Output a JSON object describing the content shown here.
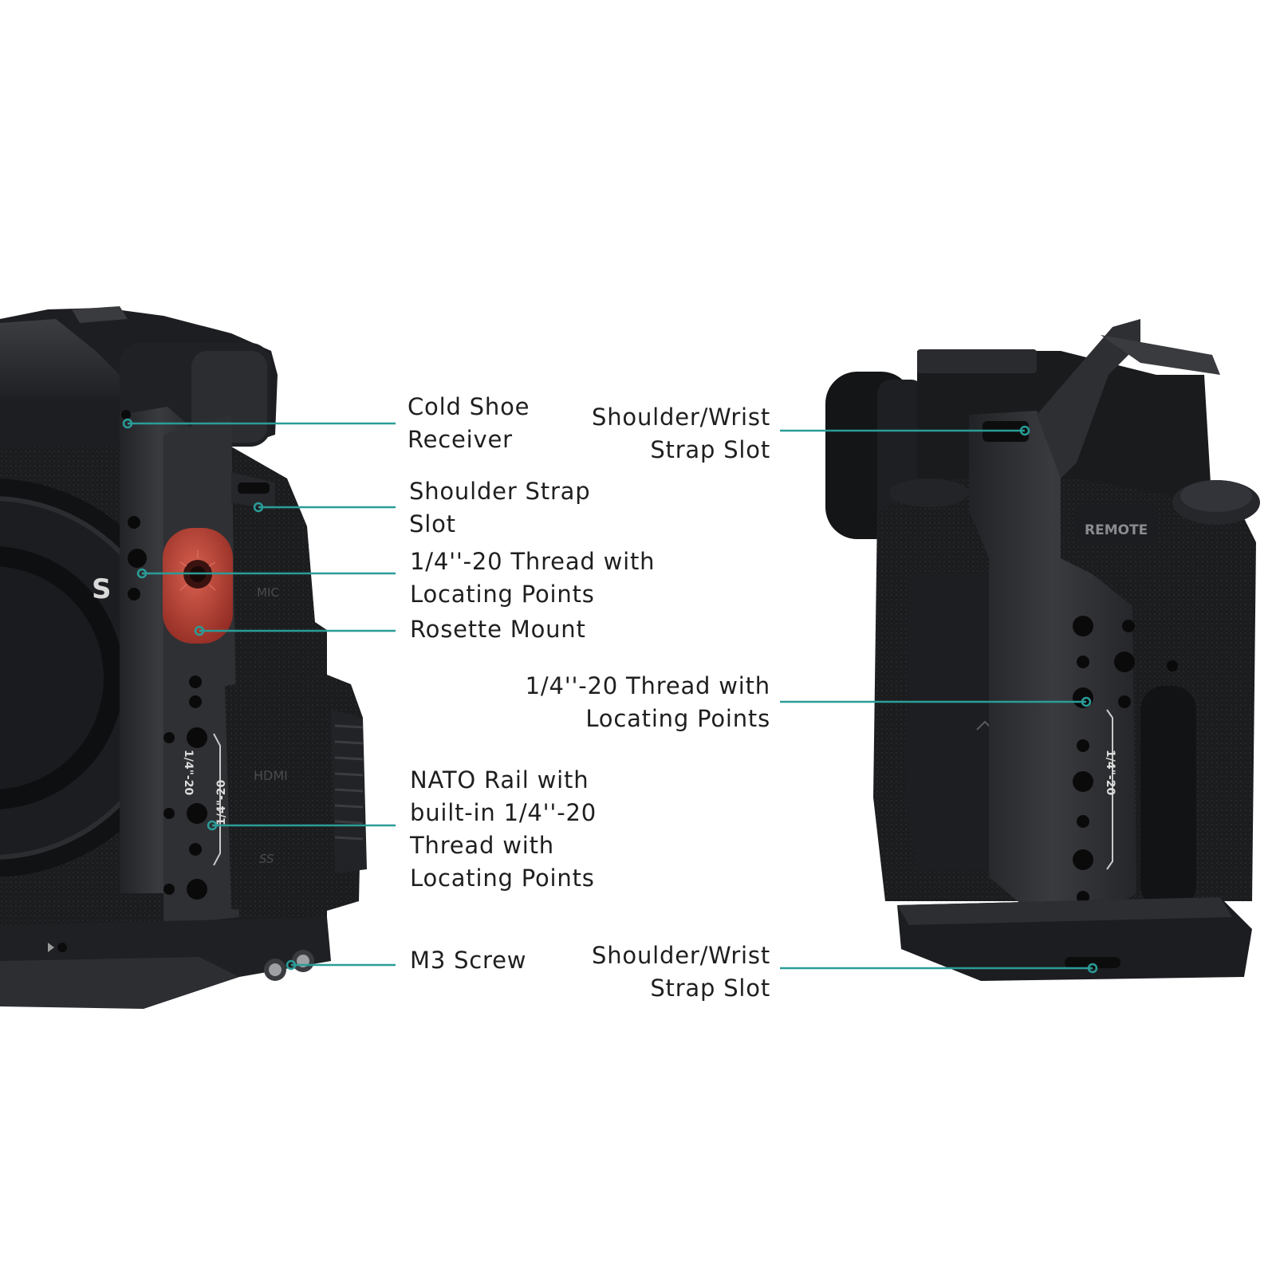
{
  "colors": {
    "leader_line": "#2a9d98",
    "cage_metal": "#2b2c2f",
    "camera_body": "#151618",
    "rosette_accent": "#b23a2e",
    "background": "#ffffff"
  },
  "camera_markings": {
    "left_rail_upper": "1/4\"-20",
    "left_rail_lower": "1/4\"-20",
    "right_plate": "1/4\"-20",
    "hdmi": "HDMI",
    "mic": "MIC",
    "ss": "SS",
    "remote": "REMOTE",
    "brand_letter": "S"
  },
  "callouts": {
    "cold_shoe": [
      "Cold Shoe",
      "Receiver"
    ],
    "shoulder_strap_slot": [
      "Shoulder Strap",
      "Slot"
    ],
    "thread_left": [
      "1/4''-20 Thread with",
      "Locating Points"
    ],
    "rosette": [
      "Rosette Mount"
    ],
    "nato_rail": [
      "NATO Rail with",
      "built-in 1/4''-20",
      "Thread with",
      "Locating Points"
    ],
    "m3_screw": [
      "M3 Screw"
    ],
    "wrist_slot_top": [
      "Shoulder/Wrist",
      "Strap Slot"
    ],
    "thread_right": [
      "1/4''-20 Thread with",
      "Locating Points"
    ],
    "wrist_slot_bottom": [
      "Shoulder/Wrist",
      "Strap Slot"
    ]
  }
}
